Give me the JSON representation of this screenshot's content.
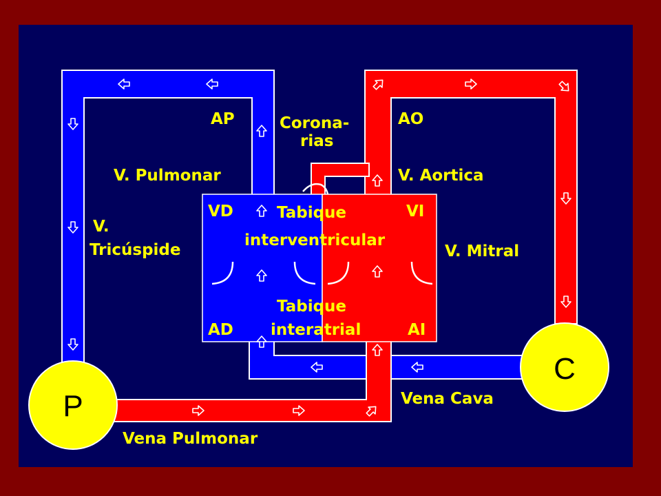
{
  "diagram": {
    "colors": {
      "frame": "#800000",
      "background": "#00005c",
      "venous": "#0000ff",
      "arterial": "#ff0000",
      "node": "#ffff00",
      "label": "#ffff00",
      "arrow": "#ffffff"
    },
    "nodes": {
      "pulmonary": "P",
      "systemic": "C"
    },
    "labels": {
      "ap": "AP",
      "coronarias_1": "Corona-",
      "coronarias_2": "rias",
      "ao": "AO",
      "v_pulmonar": "V. Pulmonar",
      "v_aortica": "V. Aortica",
      "vd": "VD",
      "vi": "VI",
      "tabique_interventricular_1": "Tabique",
      "tabique_interventricular_2": "interventricular",
      "v_tricuspide_1": "V.",
      "v_tricuspide_2": "Tricúspide",
      "v_mitral": "V. Mitral",
      "tabique_interatrial_1": "Tabique",
      "tabique_interatrial_2": "interatrial",
      "ad": "AD",
      "ai": "AI",
      "vena_cava": "Vena Cava",
      "vena_pulmonar": "Vena Pulmonar"
    }
  }
}
